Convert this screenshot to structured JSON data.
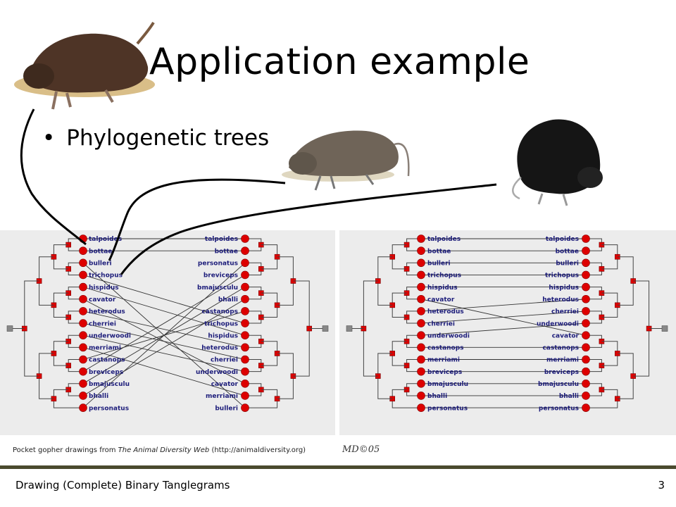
{
  "slide": {
    "title": "Application example",
    "bullet": "Phylogenetic trees",
    "credit_prefix": "Pocket gopher drawings from ",
    "credit_source": "The Animal Diversity Web",
    "credit_suffix": " (http://animaldiversity.org)",
    "credit_logo": "MD©05",
    "footer_title": "Drawing (Complete) Binary Tanglegrams",
    "page_number": "3"
  },
  "illustrations": [
    "gopher-brown",
    "gopher-gray",
    "gopher-black"
  ],
  "colors": {
    "leaf_node": "#dd0000",
    "internal_node": "#dd0000",
    "root_node": "#888888",
    "panel_bg": "#ececec",
    "label": "#1c1c7a",
    "footer_bar": "#4a4a2e"
  },
  "tanglegrams": [
    {
      "left_labels": [
        "talpoides",
        "bottae",
        "bulleri",
        "trichopus",
        "hispidus",
        "cavator",
        "heterodus",
        "cherriei",
        "underwoodi",
        "merriami",
        "castanops",
        "breviceps",
        "bmajusculu",
        "bhalli",
        "personatus"
      ],
      "right_labels": [
        "talpoides",
        "bottae",
        "personatus",
        "breviceps",
        "bmajusculu",
        "bhalli",
        "castanops",
        "trichopus",
        "hispidus",
        "heterodus",
        "cherriei",
        "underwoodi",
        "cavator",
        "merriami",
        "bulleri"
      ]
    },
    {
      "left_labels": [
        "talpoides",
        "bottae",
        "bulleri",
        "trichopus",
        "hispidus",
        "cavator",
        "heterodus",
        "cherriei",
        "underwoodi",
        "castanops",
        "merriami",
        "breviceps",
        "bmajusculu",
        "bhalli",
        "personatus"
      ],
      "right_labels": [
        "talpoides",
        "bottae",
        "bulleri",
        "trichopus",
        "hispidus",
        "heterodus",
        "cherriei",
        "underwoodi",
        "cavator",
        "castanops",
        "merriami",
        "breviceps",
        "bmajusculu",
        "bhalli",
        "personatus"
      ]
    }
  ]
}
